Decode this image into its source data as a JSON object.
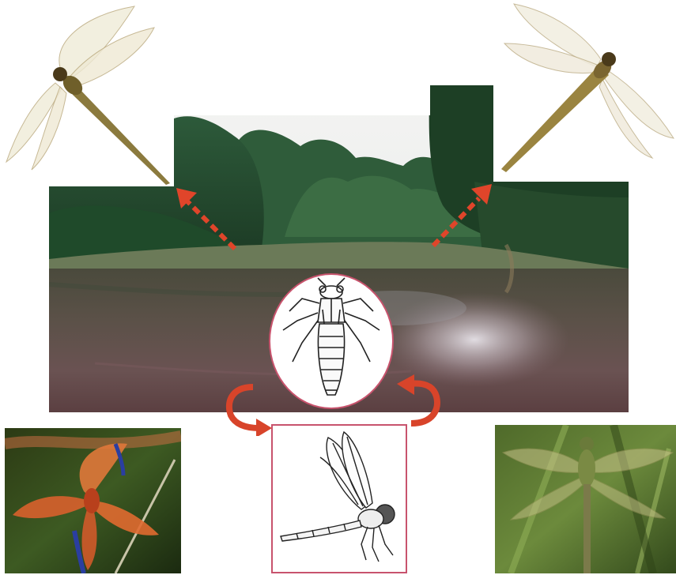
{
  "figure": {
    "background": "#ffffff",
    "accent_color": "#c8536d",
    "arrow_color": "#e0452a",
    "panels": [
      {
        "id": "river-scene",
        "icon": "river-forest-photo"
      },
      {
        "id": "adult-dragonfly-top-left",
        "icon": "dragonfly-photo"
      },
      {
        "id": "adult-dragonfly-top-right",
        "icon": "dragonfly-photo"
      },
      {
        "id": "nymph-drawing",
        "icon": "dragonfly-nymph-drawing"
      },
      {
        "id": "adult-drawing",
        "icon": "dragonfly-adult-drawing"
      },
      {
        "id": "red-dragonfly-photo",
        "icon": "red-dragonfly-photo"
      },
      {
        "id": "green-dragonfly-photo",
        "icon": "green-dragonfly-photo"
      }
    ],
    "arrows": [
      {
        "id": "emergence-arrow-left",
        "style": "dashed",
        "direction": "up-left"
      },
      {
        "id": "emergence-arrow-right",
        "style": "dashed",
        "direction": "up-right"
      },
      {
        "id": "cycle-arrow-left",
        "style": "curved",
        "direction": "down-right"
      },
      {
        "id": "cycle-arrow-right",
        "style": "curved",
        "direction": "up-left"
      }
    ]
  }
}
